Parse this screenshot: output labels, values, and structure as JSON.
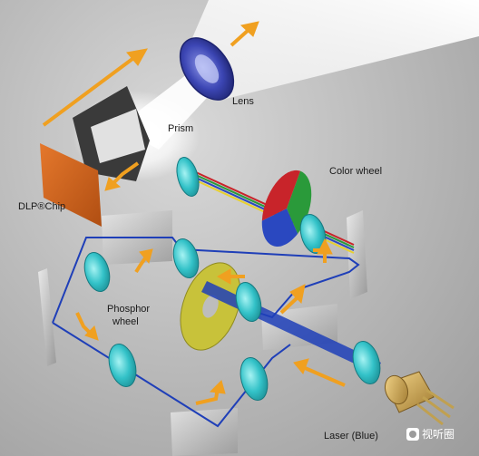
{
  "labels": {
    "lens": "Lens",
    "prism": "Prism",
    "color_wheel": "Color wheel",
    "dlp_chip": "DLP®Chip",
    "phosphor_wheel_line1": "Phosphor",
    "phosphor_wheel_line2": "wheel",
    "laser": "Laser (Blue)"
  },
  "watermark": {
    "text": "视听圈"
  },
  "colors": {
    "background": "#bdbdbd",
    "lens": "#3c46b4",
    "optic_lens": "#33c2c8",
    "arrow": "#f0a020",
    "blue_path": "#1f3fb8",
    "dlp_chip": "#d8661f",
    "phosphor_wheel": "#c8c23a",
    "laser_body": "#d4b060",
    "color_wheel_red": "#c8242a",
    "color_wheel_green": "#2a9a3a",
    "color_wheel_blue": "#2a48c0"
  }
}
